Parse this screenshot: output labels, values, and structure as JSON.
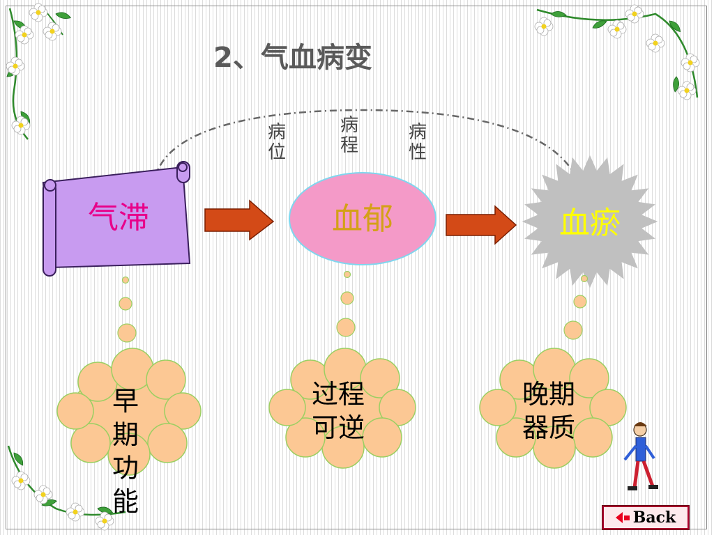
{
  "title": "2、气血病变",
  "relations": [
    {
      "lines": [
        "病",
        "位"
      ]
    },
    {
      "lines": [
        "病",
        "程"
      ]
    },
    {
      "lines": [
        "病",
        "性"
      ]
    }
  ],
  "nodes": [
    {
      "label": "气滞",
      "color": "#e8008a",
      "fill": "#c89bf0"
    },
    {
      "label": "血郁",
      "color": "#d4a017",
      "fill": "#f49ac8"
    },
    {
      "label": "血瘀",
      "color": "#ffff00",
      "fill": "#c0c0c0"
    }
  ],
  "clouds": [
    {
      "lines": [
        "早",
        "期",
        "功",
        "能"
      ]
    },
    {
      "lines": [
        "过程",
        "可逆"
      ]
    },
    {
      "lines": [
        "晚期",
        "器质"
      ]
    }
  ],
  "arrow_color": "#d34a17",
  "cloud_fill": "#fcc894",
  "back_button": {
    "label": "Back",
    "icon": "left-arrow-icon"
  },
  "decorations": [
    "flower-vine-top-left",
    "flower-vine-top-right",
    "flower-vine-bottom-left",
    "walking-man-figure"
  ]
}
